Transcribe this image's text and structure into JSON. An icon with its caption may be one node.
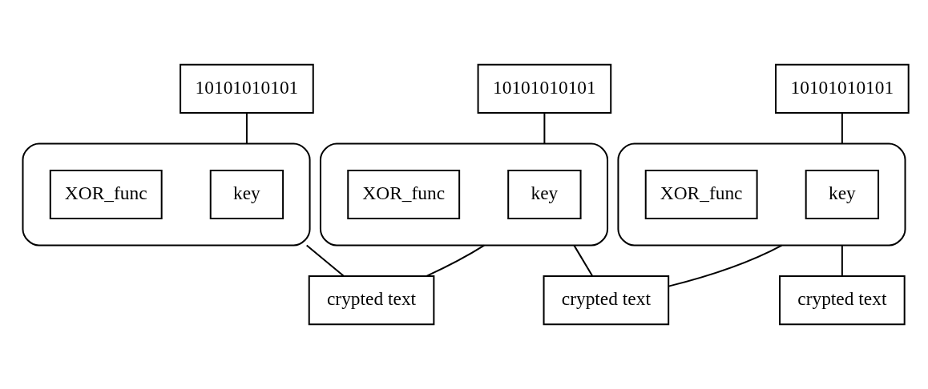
{
  "diagram": {
    "nodes": [
      {
        "text": [
          "10101010101"
        ]
      },
      {
        "text": [
          "10101010101"
        ]
      },
      {
        "text": [
          "10101010101"
        ]
      },
      {
        "text": [],
        "shape": "ellipse"
      },
      {
        "text": [
          "key"
        ],
        "in": 3
      },
      {
        "text": [
          "XOR_func"
        ],
        "in": 3
      },
      {
        "text": [],
        "shape": "ellipse"
      },
      {
        "text": [
          "key"
        ],
        "in": 6
      },
      {
        "text": [
          "XOR_func"
        ],
        "in": 6
      },
      {
        "text": [],
        "shape": "ellipse"
      },
      {
        "text": [
          "key"
        ],
        "in": 9
      },
      {
        "text": [
          "XOR_func"
        ],
        "in": 9
      },
      {
        "text": [
          "crypted text"
        ]
      },
      {
        "text": [
          "crypted text"
        ]
      },
      {
        "text": [
          "crypted text"
        ]
      }
    ],
    "edges": [
      {
        "from": 0,
        "to": 3,
        "arrow": "none"
      },
      {
        "from": 1,
        "to": 6,
        "arrow": "none"
      },
      {
        "from": 2,
        "to": 9,
        "arrow": "none"
      },
      {
        "from": 3,
        "to": 12,
        "arrow": "none"
      },
      {
        "from": 6,
        "to": 12,
        "arrow": "none"
      },
      {
        "from": 6,
        "to": 13,
        "arrow": "none"
      },
      {
        "from": 9,
        "to": 13,
        "arrow": "none"
      },
      {
        "from": 9,
        "to": 14,
        "arrow": "none"
      }
    ]
  }
}
